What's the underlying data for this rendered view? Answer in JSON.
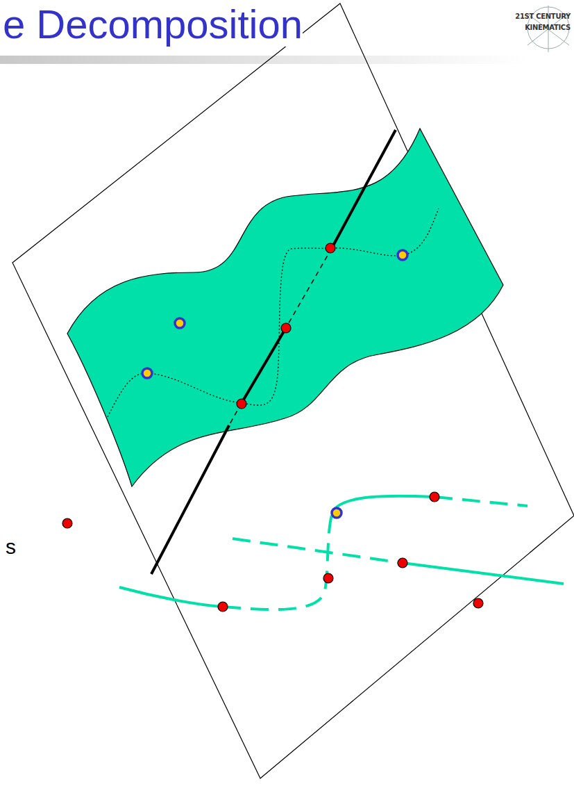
{
  "diagram": {
    "title": "e Decomposition",
    "labels": [
      "21ST CENTURY",
      "KINEMATICS",
      "s"
    ]
  }
}
